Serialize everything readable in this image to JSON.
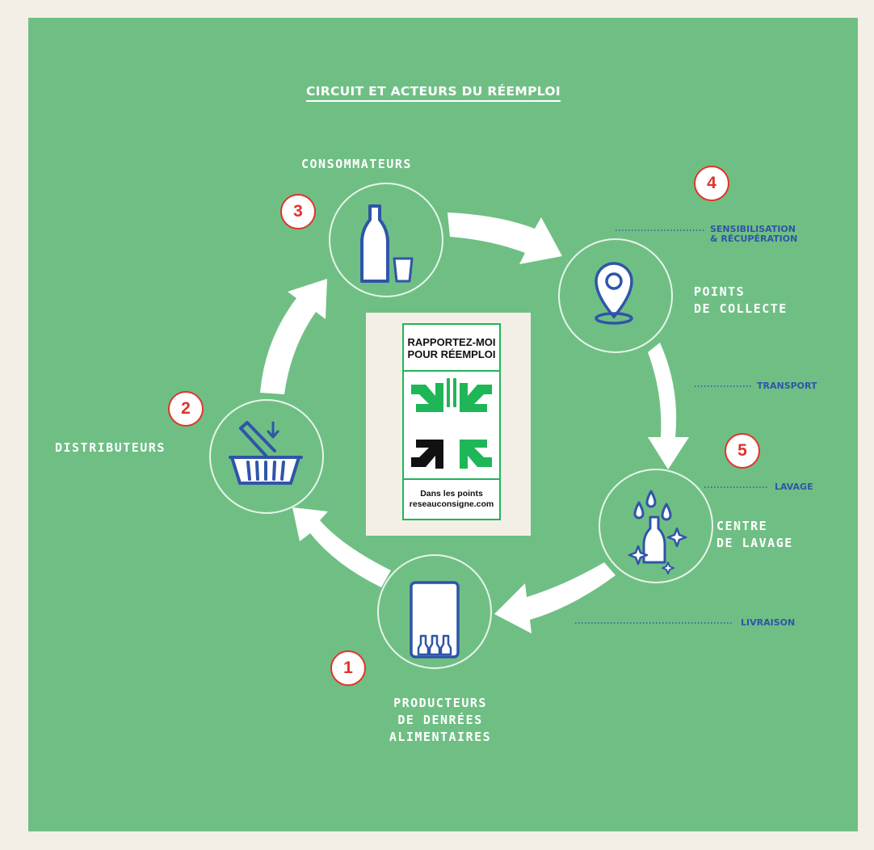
{
  "title": "CIRCUIT ET ACTEURS DU RÉEMPLOI",
  "actors": {
    "consommateurs": "CONSOMMATEURS",
    "points_de_collecte": [
      "POINTS",
      "DE COLLECTE"
    ],
    "centre_de_lavage": [
      "CENTRE",
      "DE LAVAGE"
    ],
    "producteurs": [
      "PRODUCTEURS",
      "DE DENRÉES",
      "ALIMENTAIRES"
    ],
    "distributeurs": "DISTRIBUTEURS"
  },
  "steps": {
    "sensibilisation": [
      "SENSIBILISATION",
      "& RÉCUPÉRATION"
    ],
    "transport": "TRANSPORT",
    "lavage": "LAVAGE",
    "livraison": "LIVRAISON"
  },
  "badges": [
    "1",
    "2",
    "3",
    "4",
    "5"
  ],
  "logo": {
    "header": [
      "RAPPORTEZ-MOI",
      "POUR RÉEMPLOI"
    ],
    "footer": [
      "Dans les points",
      "reseauconsigne.com"
    ]
  },
  "colors": {
    "background": "#6fbf84",
    "frame": "#f4efe6",
    "step_text": "#2f55a8",
    "badge_red": "#e0332c",
    "icon_blue": "#2f55a8",
    "logo_green": "#1fb658"
  }
}
